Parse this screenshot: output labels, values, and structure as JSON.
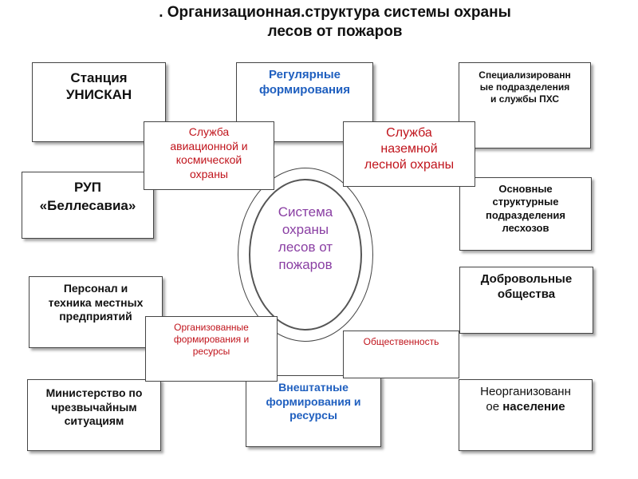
{
  "title": {
    "line1": ". Организационная.структура системы охраны",
    "line2": "лесов от пожаров"
  },
  "center": {
    "lines": [
      "Система",
      "охраны",
      "лесов от",
      "пожаров"
    ],
    "color": "#8a3fa3"
  },
  "boxes": {
    "unsikan": {
      "lines": [
        "Станция",
        "УНИСКАН"
      ]
    },
    "regular": {
      "lines": [
        "Регулярные",
        "формирования"
      ]
    },
    "specialized": {
      "lines": [
        "Специализированн",
        "ые подразделения",
        "и службы ПХС"
      ]
    },
    "aviation_service": {
      "lines": [
        "Служба",
        "авиационной и",
        "космической",
        "охраны"
      ]
    },
    "ground_service": {
      "lines": [
        "Служба",
        "наземной",
        "лесной охраны"
      ]
    },
    "rup": {
      "lines": [
        "РУП",
        "«Беллесавиа»"
      ]
    },
    "main_units": {
      "lines": [
        "Основные",
        "структурные",
        "подразделения",
        "лесхозов"
      ]
    },
    "local_personnel": {
      "lines": [
        "Персонал и",
        "техника местных",
        "предприятий"
      ]
    },
    "volunteer": {
      "lines": [
        "Добровольные",
        "общества"
      ]
    },
    "organized": {
      "lines": [
        "Организованные",
        "формирования и",
        "ресурсы"
      ]
    },
    "public": {
      "lines": [
        "Общественность"
      ]
    },
    "emergency_ministry": {
      "lines": [
        "Министерство по",
        "чрезвычайным",
        "ситуациям"
      ]
    },
    "freelance": {
      "lines": [
        "Внештатные",
        "формирования и",
        "ресурсы"
      ]
    },
    "unorganized": {
      "line1": "Неорганизованн",
      "line2_plain": "ое ",
      "line2_bold": "население"
    }
  },
  "colors": {
    "blue_text": "#1f5fbf",
    "red_text": "#c0141c",
    "purple_text": "#8a3fa3"
  }
}
